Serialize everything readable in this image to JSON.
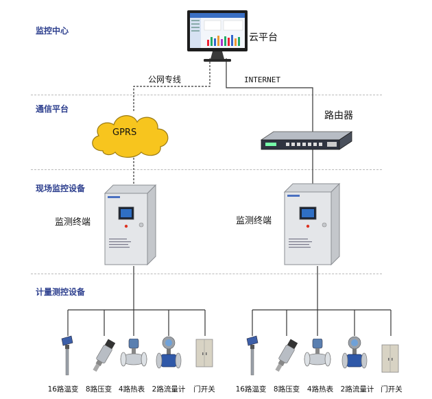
{
  "layers": {
    "monitoring_center": "监控中心",
    "communication_platform": "通信平台",
    "field_monitoring_equipment": "现场监控设备",
    "metering_control_equipment": "计量测控设备"
  },
  "top": {
    "cloud_platform_label": "云平台",
    "public_line_label": "公网专线",
    "internet_label": "INTERNET"
  },
  "comm": {
    "gprs_label": "GPRS",
    "router_label": "路由器"
  },
  "terminals": {
    "left_label": "监测终端",
    "right_label": "监测终端"
  },
  "devices_left": [
    {
      "label": "16路温变",
      "icon": "temperature-transmitter-icon"
    },
    {
      "label": "8路压变",
      "icon": "pressure-transmitter-icon"
    },
    {
      "label": "4路热表",
      "icon": "heat-meter-icon"
    },
    {
      "label": "2路流量计",
      "icon": "flowmeter-icon"
    },
    {
      "label": "门开关",
      "icon": "door-switch-icon"
    }
  ],
  "devices_right": [
    {
      "label": "16路温变",
      "icon": "temperature-transmitter-icon"
    },
    {
      "label": "8路压变",
      "icon": "pressure-transmitter-icon"
    },
    {
      "label": "4路热表",
      "icon": "heat-meter-icon"
    },
    {
      "label": "2路流量计",
      "icon": "flowmeter-icon"
    },
    {
      "label": "门开关",
      "icon": "door-switch-icon"
    }
  ],
  "colors": {
    "layer_label": "#2d3f8e",
    "cloud_fill": "#f7c51e",
    "divider": "#b9b9b9",
    "cabinet": "#e4e6e9"
  }
}
